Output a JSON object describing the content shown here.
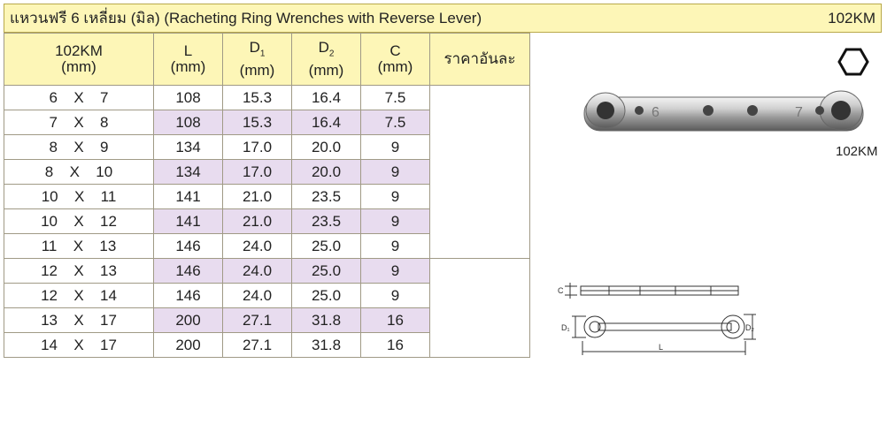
{
  "header": {
    "title": "แหวนฟรี 6 เหลี่ยม (มิล) (Racheting Ring Wrenches with Reverse Lever)",
    "model": "102KM"
  },
  "table": {
    "col_model": "102KM",
    "col_model_unit": "(mm)",
    "col_L": "L",
    "col_L_unit": "(mm)",
    "col_D1": "D",
    "col_D1_sub": "1",
    "col_D1_unit": "(mm)",
    "col_D2": "D",
    "col_D2_sub": "2",
    "col_D2_unit": "(mm)",
    "col_C": "C",
    "col_C_unit": "(mm)",
    "col_price": "ราคาอันละ",
    "x_sep": "X",
    "rows": [
      {
        "a": "6",
        "b": "7",
        "L": "108",
        "D1": "15.3",
        "D2": "16.4",
        "C": "7.5"
      },
      {
        "a": "7",
        "b": "8",
        "L": "108",
        "D1": "15.3",
        "D2": "16.4",
        "C": "7.5"
      },
      {
        "a": "8",
        "b": "9",
        "L": "134",
        "D1": "17.0",
        "D2": "20.0",
        "C": "9"
      },
      {
        "a": "8",
        "b": "10",
        "L": "134",
        "D1": "17.0",
        "D2": "20.0",
        "C": "9"
      },
      {
        "a": "10",
        "b": "11",
        "L": "141",
        "D1": "21.0",
        "D2": "23.5",
        "C": "9"
      },
      {
        "a": "10",
        "b": "12",
        "L": "141",
        "D1": "21.0",
        "D2": "23.5",
        "C": "9"
      },
      {
        "a": "11",
        "b": "13",
        "L": "146",
        "D1": "24.0",
        "D2": "25.0",
        "C": "9"
      },
      {
        "a": "12",
        "b": "13",
        "L": "146",
        "D1": "24.0",
        "D2": "25.0",
        "C": "9"
      },
      {
        "a": "12",
        "b": "14",
        "L": "146",
        "D1": "24.0",
        "D2": "25.0",
        "C": "9"
      },
      {
        "a": "13",
        "b": "17",
        "L": "200",
        "D1": "27.1",
        "D2": "31.8",
        "C": "16"
      },
      {
        "a": "14",
        "b": "17",
        "L": "200",
        "D1": "27.1",
        "D2": "31.8",
        "C": "16"
      }
    ]
  },
  "product_image": {
    "caption": "102KM",
    "end_mark_left": "6",
    "end_mark_right": "7",
    "icon": "hexagon-icon"
  },
  "drawing": {
    "label_C": "C",
    "label_D1": "D₁",
    "label_D2": "D₂",
    "label_L": "L"
  }
}
